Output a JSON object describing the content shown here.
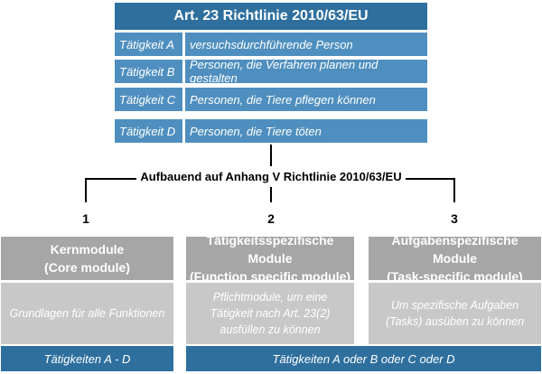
{
  "header": {
    "title": "Art. 23 Richtlinie 2010/63/EU"
  },
  "activities": [
    {
      "label": "Tätigkeit A",
      "description": "versuchsdurchführende Person"
    },
    {
      "label": "Tätigkeit B",
      "description": "Personen, die Verfahren planen und gestalten"
    },
    {
      "label": "Tätigkeit C",
      "description": "Personen, die Tiere pflegen können"
    },
    {
      "label": "Tätigkeit D",
      "description": "Personen, die Tiere töten"
    }
  ],
  "connector": {
    "label": "Aufbauend auf Anhang V Richtlinie 2010/63/EU"
  },
  "modules": [
    {
      "number": "1",
      "title_line1": "Kernmodule",
      "title_line2": "(Core module)",
      "body_line1": "Grundlagen für alle Funktionen",
      "body_line2": "",
      "body_line3": ""
    },
    {
      "number": "2",
      "title_line1": "Tätigkeitsspezifische Module",
      "title_line2": "(Function specific module)",
      "body_line1": "Pflichtmodule, um eine",
      "body_line2": "Tätigkeit nach Art. 23(2)",
      "body_line3": "ausfüllen zu können"
    },
    {
      "number": "3",
      "title_line1": "Aufgabenspezifische Module",
      "title_line2": "(Task-specific module)",
      "body_line1": "Um spezifische Aufgaben",
      "body_line2": "(Tasks) ausüben zu können",
      "body_line3": ""
    }
  ],
  "footers": [
    {
      "label": "Tätigkeiten A - D"
    },
    {
      "label": "Tätigkeiten A oder B oder C oder D"
    }
  ]
}
